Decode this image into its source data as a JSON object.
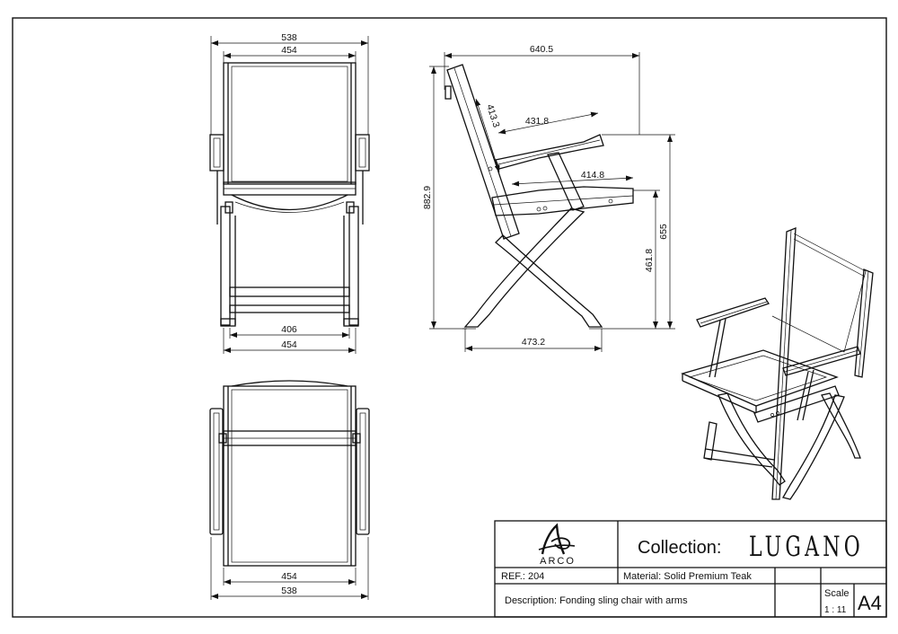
{
  "front_view": {
    "overall_width": "538",
    "inner_width": "454",
    "leg_span": "406",
    "base_width": "454"
  },
  "side_view": {
    "overall_depth": "640.5",
    "overall_height": "882.9",
    "backrest_length": "413.3",
    "armrest_length": "431.8",
    "seat_depth": "414.8",
    "armrest_height": "655",
    "seat_height": "461.8",
    "footprint_depth": "473.2"
  },
  "top_view": {
    "inner_width": "454",
    "overall_width": "538"
  },
  "title_block": {
    "brand_name": "ARCO",
    "collection_label": "Collection:",
    "collection_name": "LUGANO",
    "reference": "REF.: 204",
    "material": "Material: Solid Premium Teak",
    "description": "Description: Fonding sling chair with arms",
    "scale_label": "Scale",
    "scale_value": "1 : 11",
    "paper_size": "A4"
  }
}
